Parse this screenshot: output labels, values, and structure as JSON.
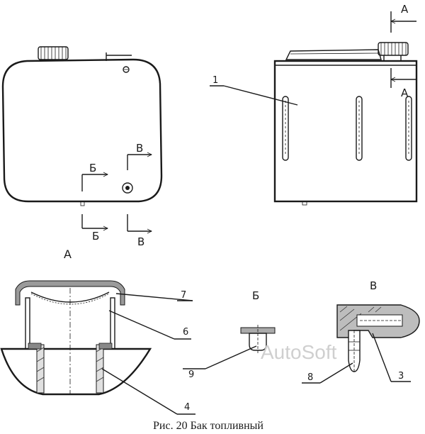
{
  "caption": "Рис. 20 Бак топливный",
  "watermark": "AutoSoft",
  "view_labels": {
    "a_top": "А",
    "a_bottom": "А",
    "b_upper": "Б",
    "b_lower": "Б",
    "v_upper": "В",
    "v_lower": "В",
    "view_a": "А",
    "detail_b": "Б",
    "detail_v": "В"
  },
  "callouts": {
    "c1": "1",
    "c3": "3",
    "c4": "4",
    "c6": "6",
    "c7": "7",
    "c8": "8",
    "c9": "9"
  }
}
